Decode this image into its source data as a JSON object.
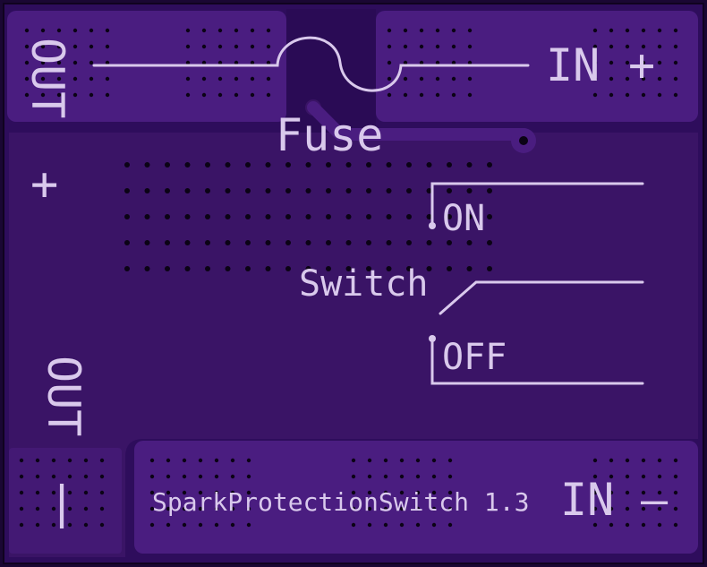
{
  "board": {
    "colors": {
      "substrate": "#2e0d5c",
      "pour": "#3a1466",
      "pad_area": "#4a1d80",
      "hole": "#0b0315",
      "silk": "#d9c9ec"
    }
  },
  "labels": {
    "out_top": "OUT",
    "out_plus": "+",
    "fuse": "Fuse",
    "in_top": "IN",
    "in_plus": "+",
    "on": "ON",
    "switch": "Switch",
    "off": "OFF",
    "out_bottom": "OUT",
    "out_minus": "|",
    "product": "SparkProtectionSwitch 1.3",
    "in_bottom": "IN",
    "in_minus": "–"
  }
}
